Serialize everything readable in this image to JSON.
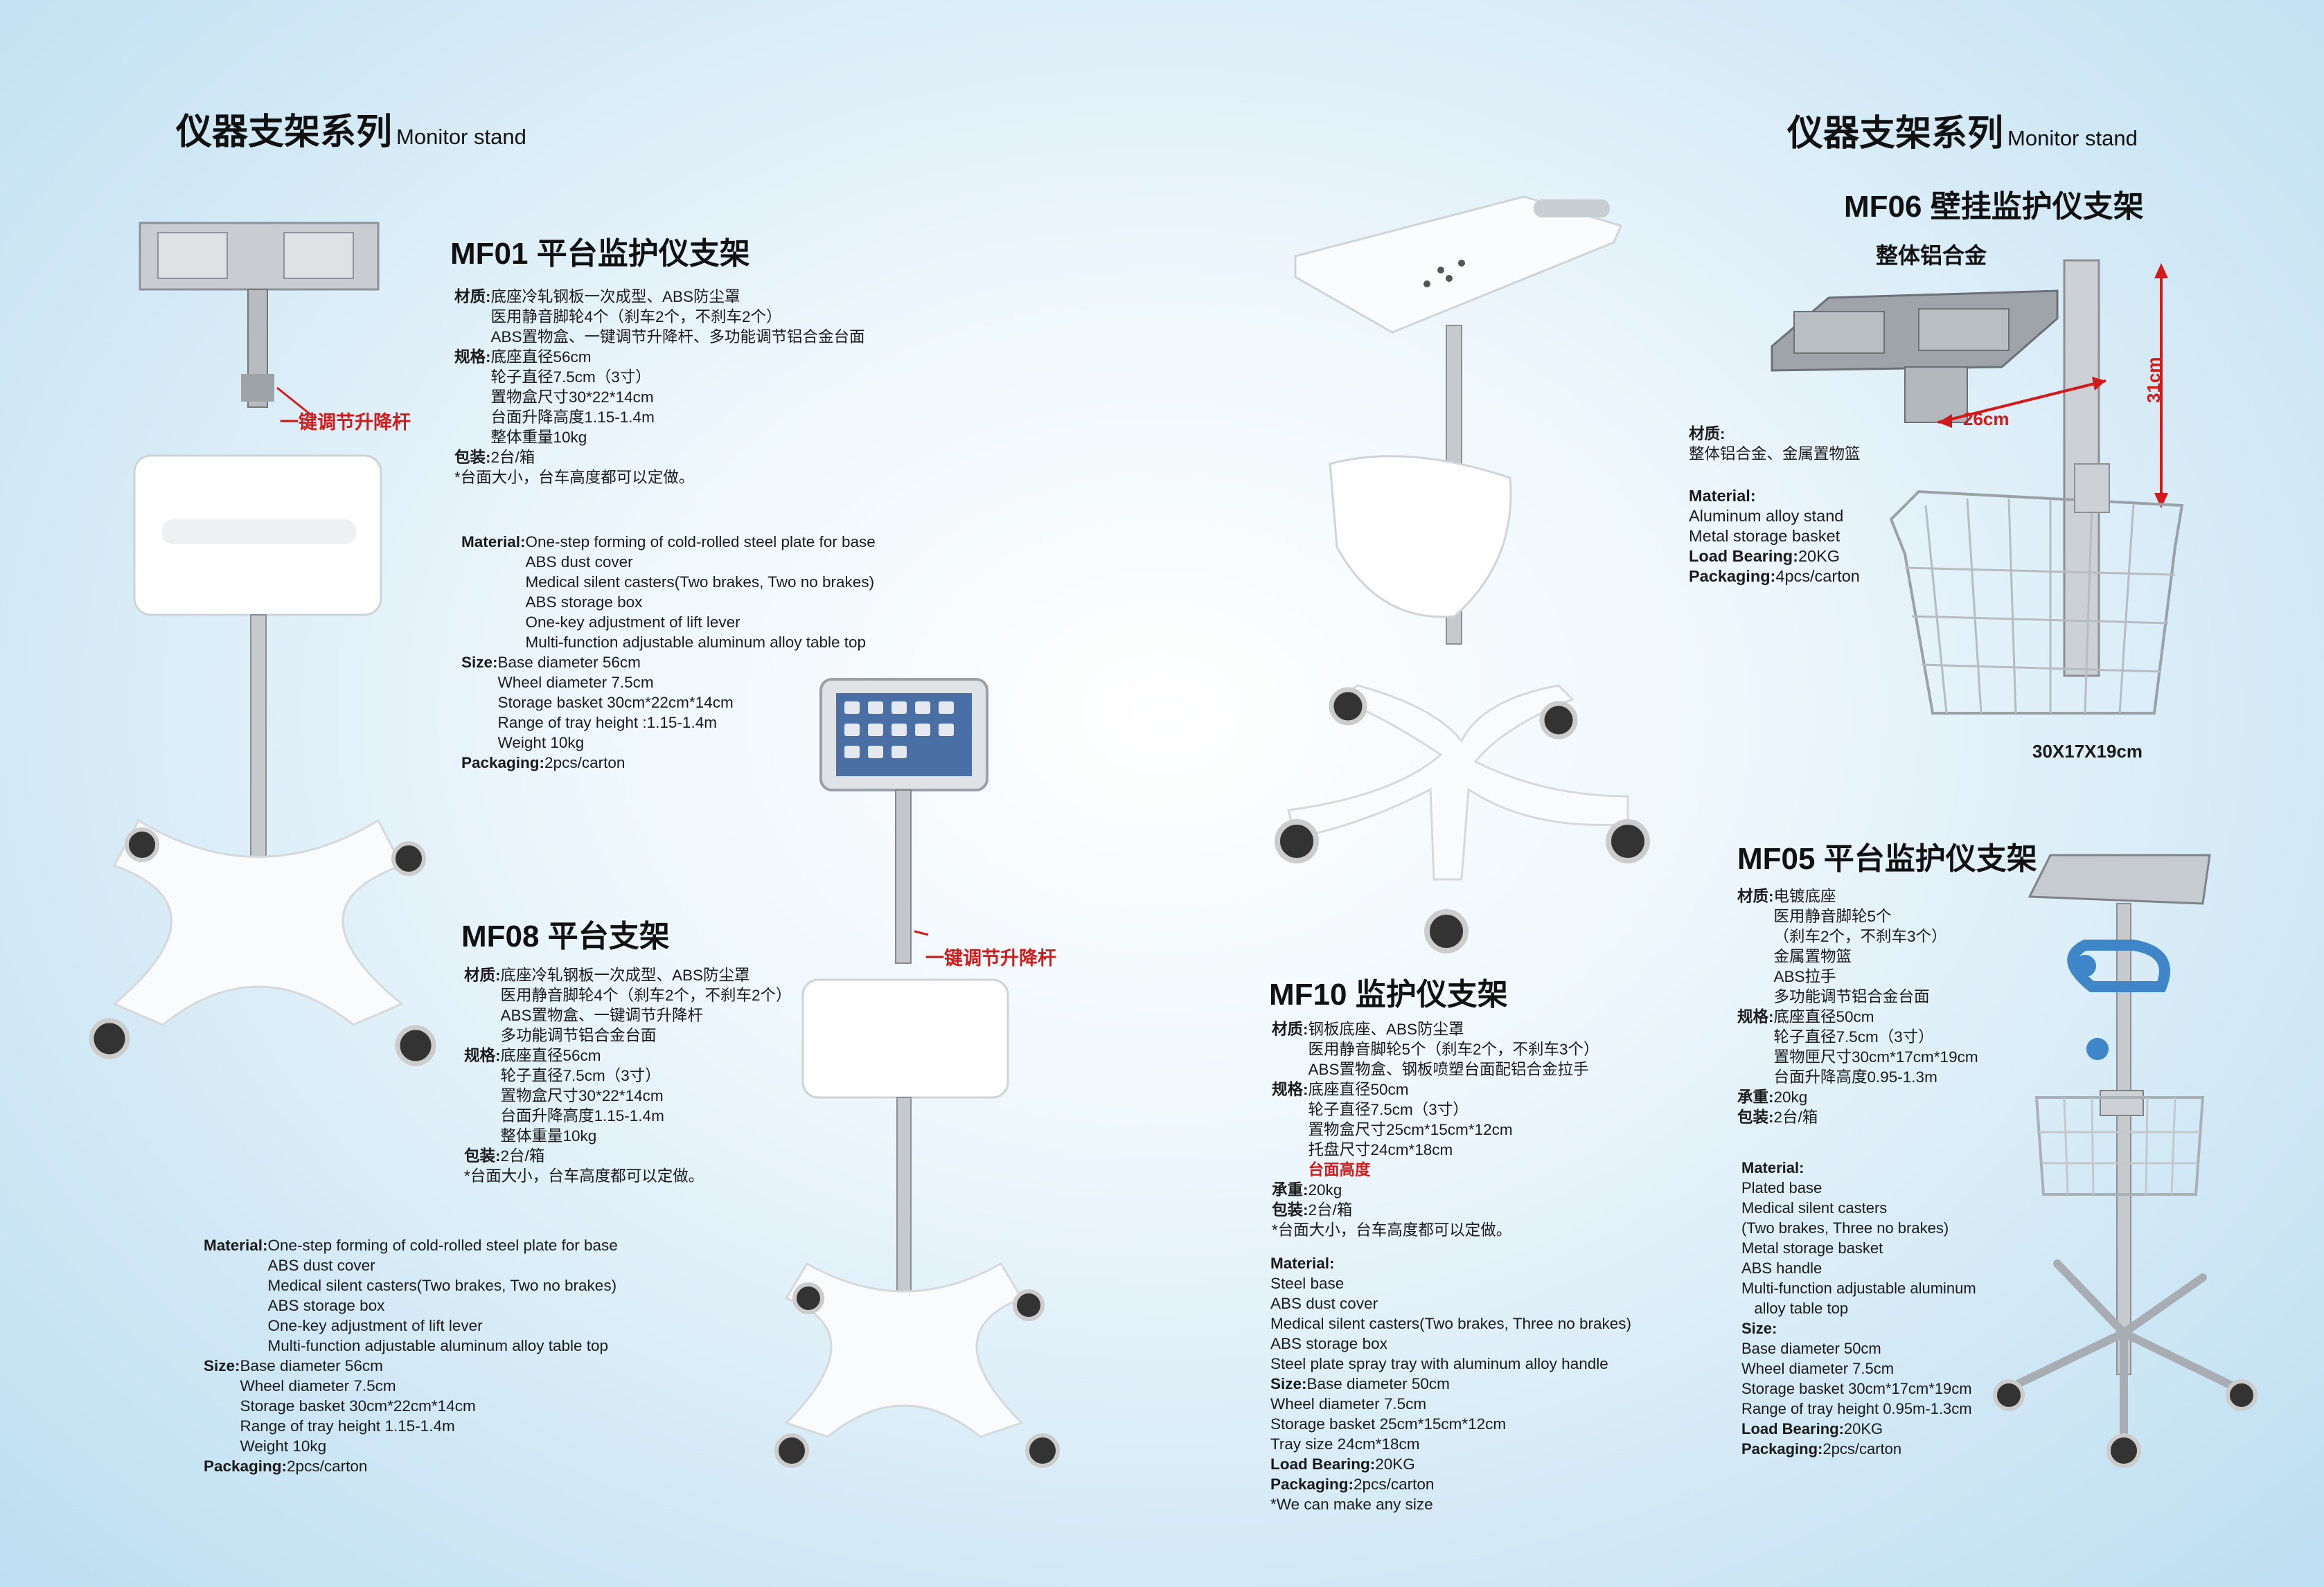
{
  "left_header": {
    "cn": "仪器支架系列",
    "en": "Monitor stand"
  },
  "right_header": {
    "cn": "仪器支架系列",
    "en": "Monitor stand"
  },
  "mf01": {
    "title": "MF01 平台监护仪支架",
    "callout": "一键调节升降杆",
    "cn_material_label": "材质:",
    "cn_material": [
      "底座冷轧钢板一次成型、ABS防尘罩",
      "医用静音脚轮4个（刹车2个，不刹车2个）",
      "ABS置物盒、一键调节升降杆、多功能调节铝合金台面"
    ],
    "cn_size_label": "规格:",
    "cn_size": [
      "底座直径56cm",
      "轮子直径7.5cm（3寸）",
      "置物盒尺寸30*22*14cm",
      "台面升降高度1.15-1.4m",
      "整体重量10kg"
    ],
    "cn_pack_label": "包装:",
    "cn_pack": "2台/箱",
    "cn_note": "*台面大小，台车高度都可以定做。",
    "en_material_label": "Material:",
    "en_material": [
      "One-step forming of cold-rolled steel plate for base",
      "ABS dust cover",
      "Medical silent casters(Two brakes, Two no brakes)",
      "ABS storage box",
      "One-key adjustment of lift lever",
      "Multi-function adjustable aluminum alloy table top"
    ],
    "en_size_label": "Size:",
    "en_size": [
      "Base diameter 56cm",
      "Wheel diameter 7.5cm",
      "Storage basket 30cm*22cm*14cm",
      "Range of tray height :1.15-1.4m",
      "Weight 10kg"
    ],
    "en_pack_label": "Packaging:",
    "en_pack": "2pcs/carton"
  },
  "mf08": {
    "title": "MF08 平台支架",
    "callout": "一键调节升降杆",
    "cn_material_label": "材质:",
    "cn_material": [
      "底座冷轧钢板一次成型、ABS防尘罩",
      "医用静音脚轮4个（刹车2个，不刹车2个）",
      "ABS置物盒、一键调节升降杆",
      "多功能调节铝合金台面"
    ],
    "cn_size_label": "规格:",
    "cn_size": [
      "底座直径56cm",
      "轮子直径7.5cm（3寸）",
      "置物盒尺寸30*22*14cm",
      "台面升降高度1.15-1.4m",
      "整体重量10kg"
    ],
    "cn_pack_label": "包装:",
    "cn_pack": "2台/箱",
    "cn_note": "*台面大小，台车高度都可以定做。",
    "en_material_label": "Material:",
    "en_material": [
      "One-step forming of cold-rolled steel plate for base",
      "ABS dust cover",
      "Medical silent casters(Two brakes, Two no brakes)",
      "ABS storage box",
      "One-key adjustment of lift lever",
      "Multi-function adjustable aluminum alloy table top"
    ],
    "en_size_label": "Size:",
    "en_size": [
      "Base diameter 56cm",
      "Wheel diameter 7.5cm",
      "Storage basket 30cm*22cm*14cm",
      "Range of tray height 1.15-1.4m",
      "Weight 10kg"
    ],
    "en_pack_label": "Packaging:",
    "en_pack": "2pcs/carton"
  },
  "mf10": {
    "title": "MF10 监护仪支架",
    "cn_material_label": "材质:",
    "cn_material": [
      "钢板底座、ABS防尘罩",
      "医用静音脚轮5个（刹车2个，不刹车3个）",
      "ABS置物盒、钢板喷塑台面配铝合金拉手"
    ],
    "cn_size_label": "规格:",
    "cn_size": [
      "底座直径50cm",
      "轮子直径7.5cm（3寸）",
      "置物盒尺寸25cm*15cm*12cm",
      "托盘尺寸24cm*18cm"
    ],
    "cn_size_red": "台面高度",
    "cn_load_label": "承重:",
    "cn_load": "20kg",
    "cn_pack_label": "包装:",
    "cn_pack": "2台/箱",
    "cn_note": "*台面大小，台车高度都可以定做。",
    "en_material_label": "Material:",
    "en_material": [
      "Steel base",
      "ABS dust cover",
      "Medical silent casters(Two brakes, Three no brakes)",
      "ABS storage box",
      "Steel plate spray tray with aluminum alloy handle"
    ],
    "en_size_label": "Size:",
    "en_size": [
      "Base diameter 50cm",
      "Wheel diameter 7.5cm",
      "Storage basket 25cm*15cm*12cm",
      "Tray size 24cm*18cm"
    ],
    "en_load_label": "Load Bearing:",
    "en_load": "20KG",
    "en_pack_label": "Packaging:",
    "en_pack": "2pcs/carton",
    "en_note": "*We can make any size"
  },
  "mf06": {
    "title": "MF06 壁挂监护仪支架",
    "subtitle": "整体铝合金",
    "dim_width": "26cm",
    "dim_height": "31cm",
    "dim_basket": "30X17X19cm",
    "cn_material_label": "材质:",
    "cn_material": "整体铝合金、金属置物篮",
    "en_material_label": "Material:",
    "en_material": [
      "Aluminum alloy stand",
      "Metal storage basket"
    ],
    "en_load_label": "Load Bearing:",
    "en_load": "20KG",
    "en_pack_label": "Packaging:",
    "en_pack": "4pcs/carton"
  },
  "mf05": {
    "title": "MF05 平台监护仪支架",
    "cn_material_label": "材质:",
    "cn_material": [
      "电镀底座",
      "医用静音脚轮5个",
      "（刹车2个，不刹车3个）",
      "金属置物篮",
      "ABS拉手",
      "多功能调节铝合金台面"
    ],
    "cn_size_label": "规格:",
    "cn_size": [
      "底座直径50cm",
      "轮子直径7.5cm（3寸）",
      "置物匣尺寸30cm*17cm*19cm",
      "台面升降高度0.95-1.3m"
    ],
    "cn_load_label": "承重:",
    "cn_load": "20kg",
    "cn_pack_label": "包装:",
    "cn_pack": "2台/箱",
    "en_material_label": "Material:",
    "en_material": [
      "Plated base",
      "Medical silent casters",
      "(Two brakes, Three no brakes)",
      "Metal storage basket",
      "ABS handle",
      "Multi-function adjustable aluminum",
      "   alloy table top"
    ],
    "en_size_label": "Size:",
    "en_size": [
      "Base diameter 50cm",
      "Wheel diameter 7.5cm",
      "Storage basket 30cm*17cm*19cm",
      "Range of tray height 0.95m-1.3cm"
    ],
    "en_load_label": "Load Bearing:",
    "en_load": "20KG",
    "en_pack_label": "Packaging:",
    "en_pack": "2pcs/carton"
  },
  "colors": {
    "accent_red": "#d21a1a",
    "background": "#cfe7f5"
  }
}
